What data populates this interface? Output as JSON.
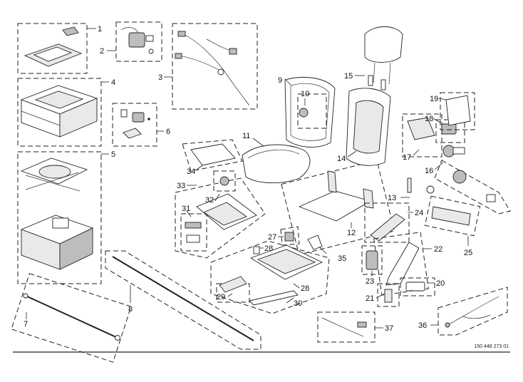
{
  "figure": {
    "doc_number": "150 448 273 01"
  },
  "callouts": {
    "c1": "1",
    "c2": "2",
    "c3": "3",
    "c4": "4",
    "c5": "5",
    "c6": "6",
    "c7": "7",
    "c8": "8",
    "c9": "9",
    "c10": "10",
    "c11": "11",
    "c12": "12",
    "c13": "13",
    "c14": "14",
    "c15": "15",
    "c16": "16",
    "c17": "17",
    "c18": "18",
    "c19": "19",
    "c20": "20",
    "c21": "21",
    "c22": "22",
    "c23": "23",
    "c24": "24",
    "c25": "25",
    "c27": "27",
    "c28a": "28",
    "c28b": "28",
    "c29": "29",
    "c30": "30",
    "c31": "31",
    "c32": "32",
    "c33": "33",
    "c34": "34",
    "c35": "35",
    "c36": "36",
    "c37": "37"
  }
}
